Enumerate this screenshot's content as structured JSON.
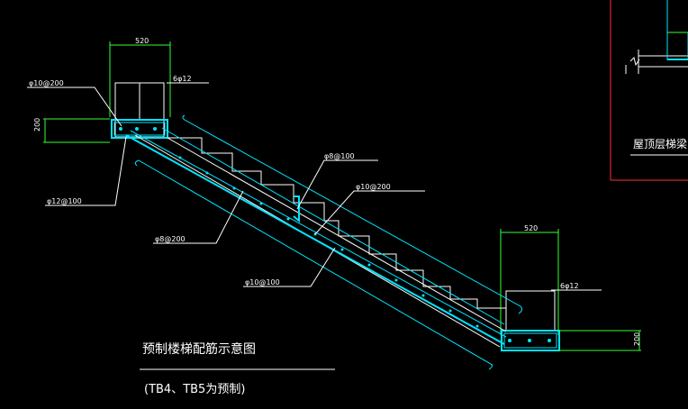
{
  "drawing": {
    "title": "预制楼梯配筋示意图",
    "subtitle": "(TB4、TB5为预制)",
    "side_title": "屋顶层梯梁(TL",
    "top_width_dim": "520",
    "bottom_width_dim": "520",
    "top_height_dim": "200",
    "bottom_height_dim": "200",
    "labels": {
      "phi10_200_top": "φ10@200",
      "six_phi12_top": "6φ12",
      "phi12_100": "φ12@100",
      "phi8_100": "φ8@100",
      "phi10_200_mid": "φ10@200",
      "phi8_200": "φ8@200",
      "phi10_100": "φ10@100",
      "six_phi12_bottom": "6φ12"
    }
  },
  "colors": {
    "background": "#000000",
    "cyan": "#00e5ff",
    "green": "#33ff33",
    "white": "#ffffff",
    "red": "#ff3030"
  }
}
